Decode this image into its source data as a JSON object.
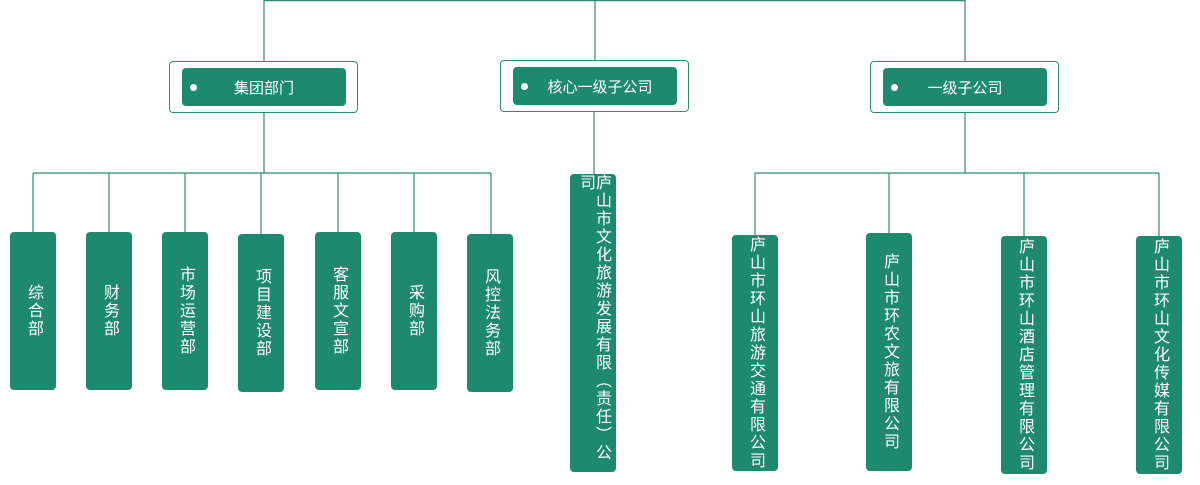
{
  "categories": [
    {
      "label": "集团部门"
    },
    {
      "label": "核心一级子公司"
    },
    {
      "label": "一级子公司"
    }
  ],
  "departments": [
    "综合部",
    "财务部",
    "市场运营部",
    "项目建设部",
    "客服文宣部",
    "采购部",
    "风控法务部"
  ],
  "core_company": "庐山市文化旅游发展有限（责任）公司",
  "subsidiaries": [
    "庐山市环山旅游交通有限公司",
    "庐山市环农文旅有限公司",
    "庐山市环山酒店管理有限公司",
    "庐山市环山文化传媒有限公司"
  ],
  "colors": {
    "box": "#1e8a6d",
    "line": "#2e8b75",
    "text": "#ffffff"
  }
}
